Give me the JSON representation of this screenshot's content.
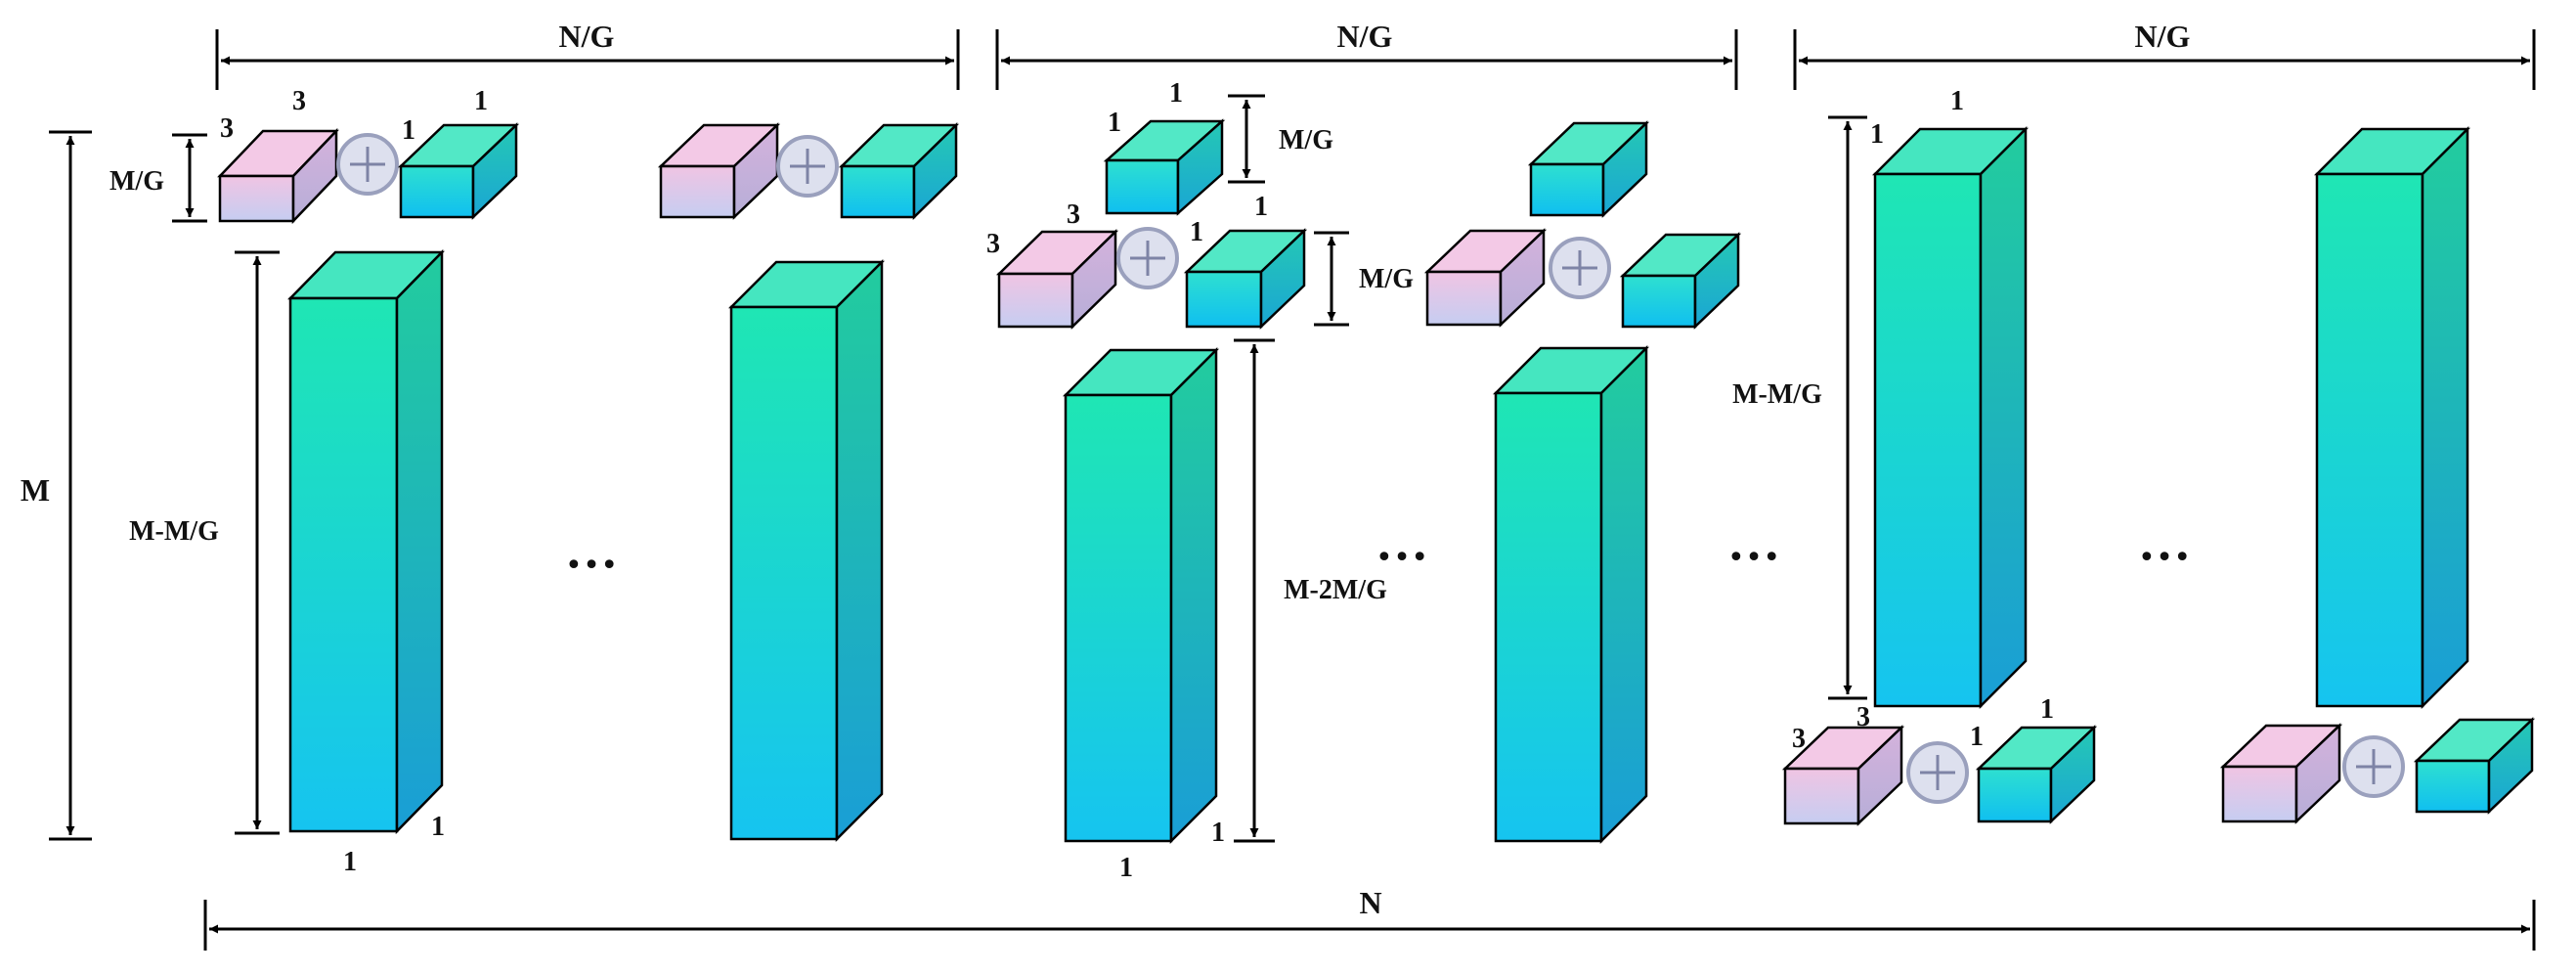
{
  "colors": {
    "column_top": "#45e6c0",
    "column_front_top": "#1fe6b4",
    "column_front_bottom": "#16c4f0",
    "column_side_top": "#22cc9e",
    "column_side_bottom": "#1a9ed6",
    "pink_top": "#f3c9e6",
    "pink_front_top": "#f0c4e3",
    "pink_front_bottom": "#c6cdf1",
    "pink_side": "#c3a8d8",
    "cyan_top": "#52e8c6",
    "cyan_front_top": "#2ee0d0",
    "cyan_front_bottom": "#10bff0",
    "cyan_side": "#22b8c8",
    "plus_fill": "#dde0ee",
    "plus_stroke": "#9aa0bd",
    "line": "#000000"
  },
  "icons": [
    "plus-circle-icon"
  ],
  "labels": {
    "group_width": "N/G",
    "total_width": "N",
    "total_height": "M",
    "block_height": "M/G",
    "rest_height_1": "M-M/G",
    "rest_height_2": "M-2M/G",
    "rest_height_last": "M-M/G",
    "ellipsis": "…",
    "k3": "3",
    "k1": "1"
  }
}
